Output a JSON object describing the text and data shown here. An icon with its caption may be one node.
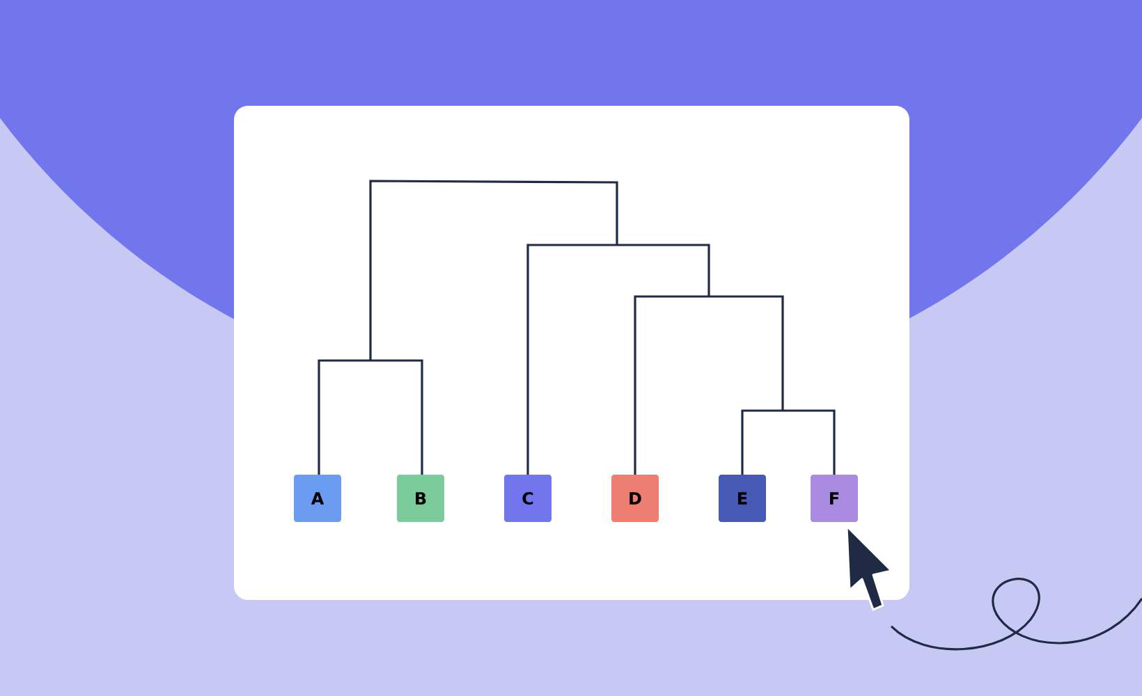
{
  "diagram": {
    "nodes": [
      {
        "text": [
          "A"
        ]
      },
      {
        "text": [
          "B"
        ]
      },
      {
        "text": [
          "C"
        ]
      },
      {
        "text": [
          "D"
        ]
      },
      {
        "text": [
          "E"
        ]
      },
      {
        "text": [
          "F"
        ]
      }
    ]
  }
}
